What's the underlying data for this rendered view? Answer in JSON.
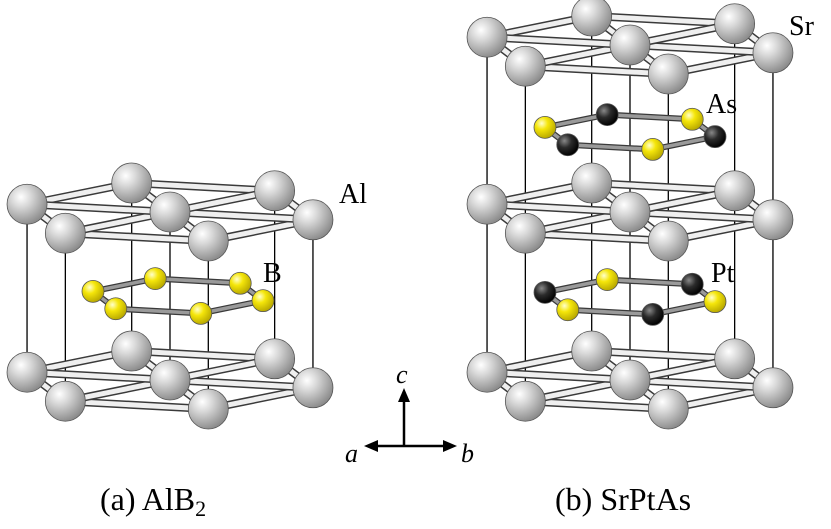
{
  "panels": [
    {
      "id": "a",
      "caption_prefix": "(a) AlB",
      "caption_subscript": "2",
      "labels": {
        "host": "Al",
        "layer": "B"
      }
    },
    {
      "id": "b",
      "caption": "(b) SrPtAs",
      "labels": {
        "host": "Sr",
        "upper_layer": "As",
        "lower_layer": "Pt"
      }
    }
  ],
  "axes": {
    "c": "c",
    "a": "a",
    "b": "b"
  },
  "colors": {
    "host_atom": "#c8c8c8",
    "boron": "#f5e60a",
    "arsenic": "#f5e60a",
    "platinum": "#2b2b2b",
    "bond": "#9a9a9a",
    "bond_outline": "#3a3a3a",
    "cell_edge": "#000000"
  }
}
